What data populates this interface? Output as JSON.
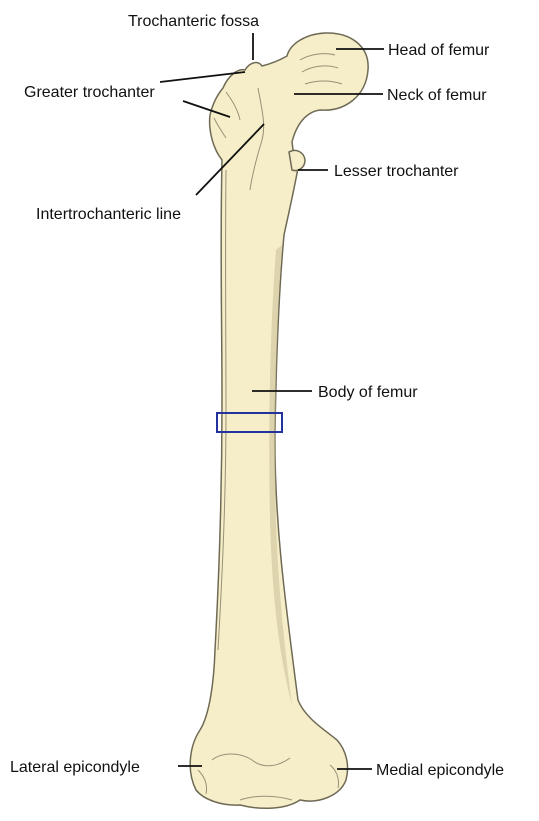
{
  "labels": {
    "trochanteric_fossa": "Trochanteric fossa",
    "head_of_femur": "Head of femur",
    "greater_trochanter": "Greater trochanter",
    "neck_of_femur": "Neck of femur",
    "lesser_trochanter": "Lesser trochanter",
    "intertrochanteric_line": "Intertrochanteric line",
    "body_of_femur": "Body of femur",
    "lateral_epicondyle": "Lateral epicondyle",
    "medial_epicondyle": "Medial epicondyle"
  },
  "colors": {
    "bone_fill": "#f6eec8",
    "bone_outline": "#6f6a55",
    "bone_shade": "#c9bf98",
    "leader_line": "#111111",
    "highlight_box": "#2432a0"
  }
}
